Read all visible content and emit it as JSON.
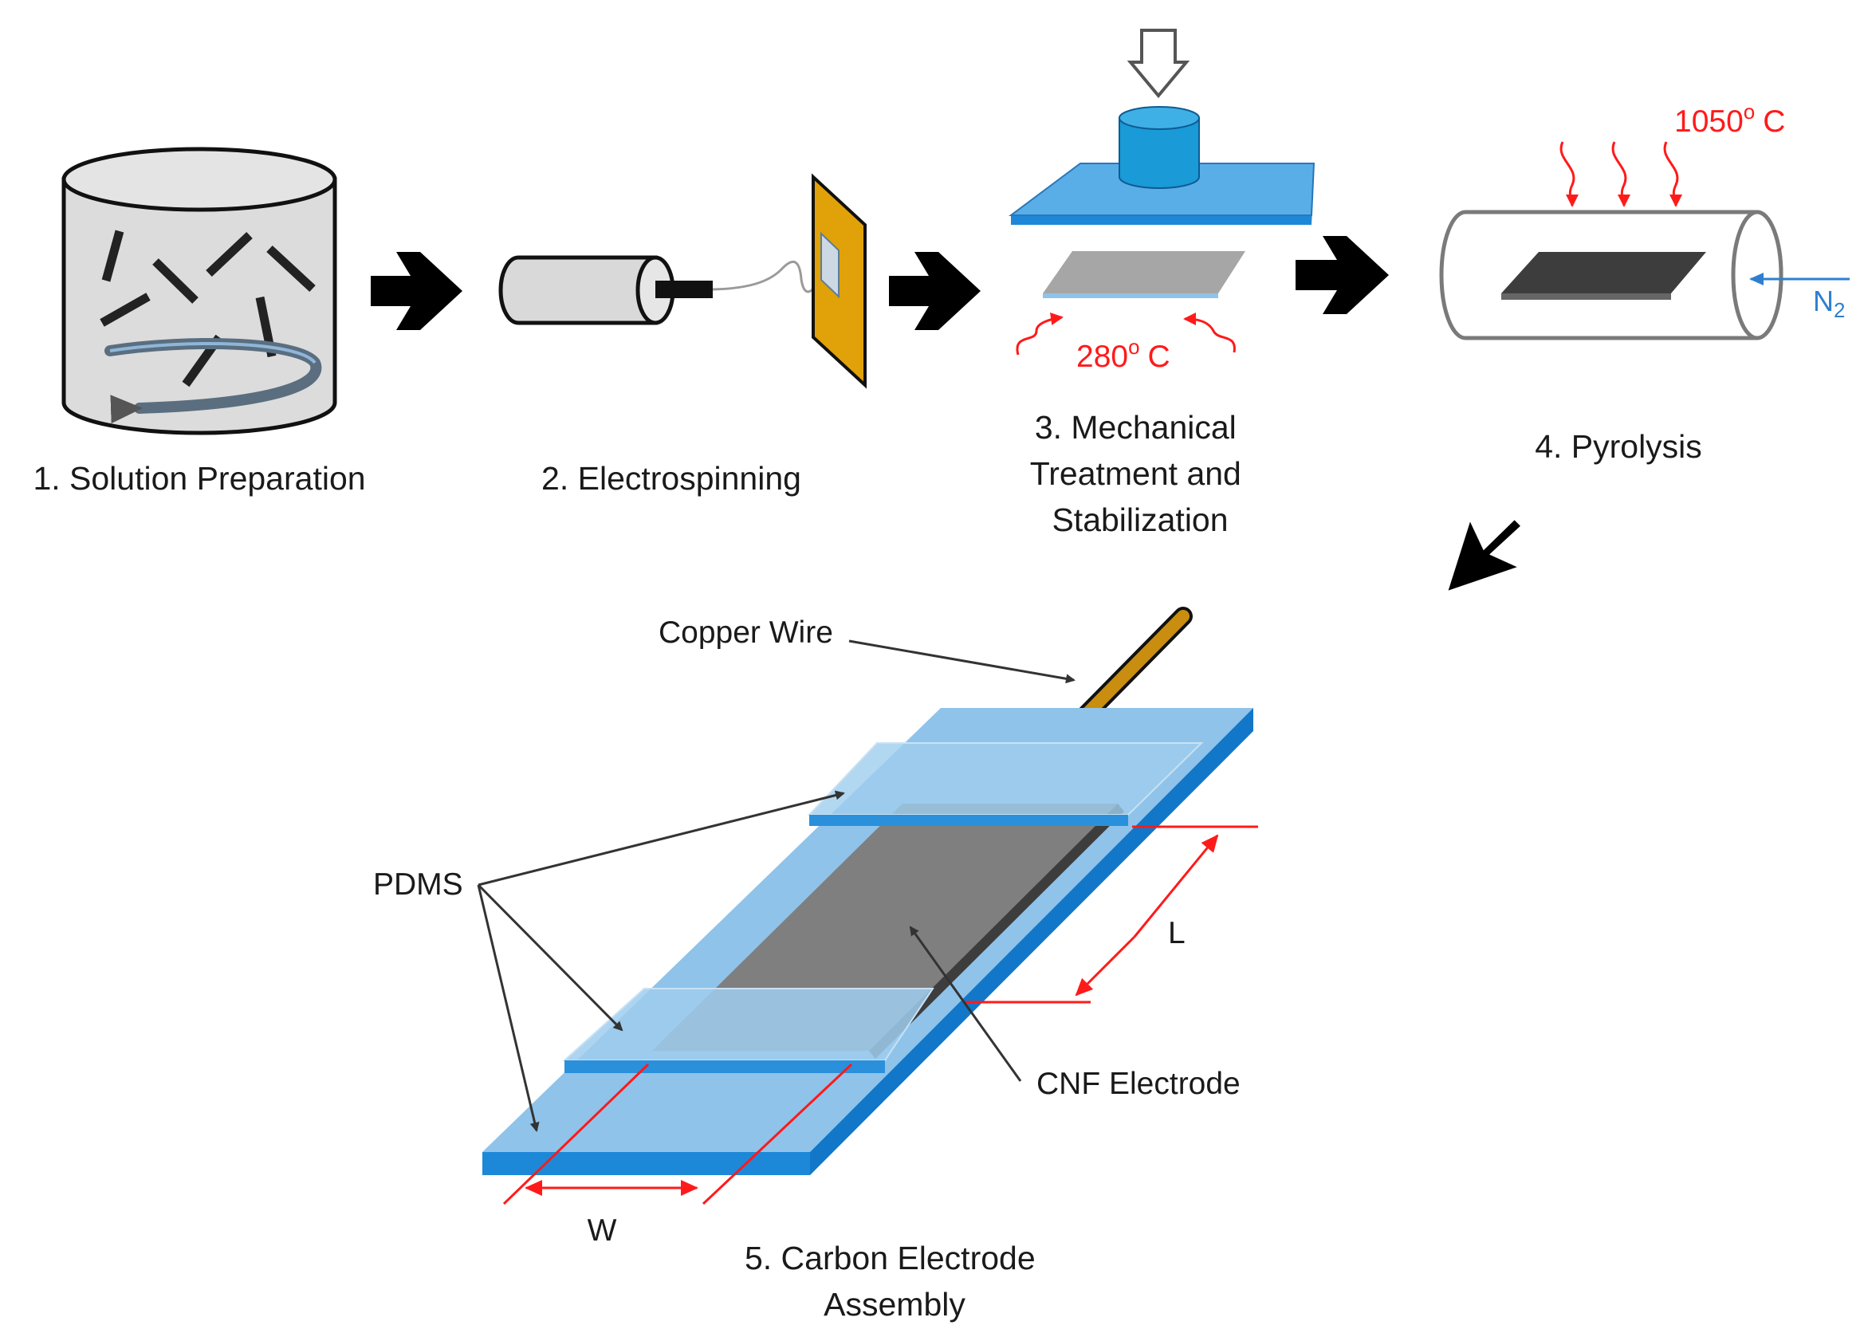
{
  "steps": {
    "s1": "1. Solution Preparation",
    "s2": "2. Electrospinning",
    "s3_l1": "3. Mechanical",
    "s3_l2": "Treatment and",
    "s3_l3": "Stabilization",
    "s4": "4. Pyrolysis",
    "s5_l1": "5. Carbon Electrode",
    "s5_l2": "Assembly"
  },
  "temps": {
    "stab_value": "280",
    "stab_sup": "o",
    "stab_unit": "C",
    "pyro_value": "1050",
    "pyro_sup": "o",
    "pyro_unit": "C"
  },
  "gas": {
    "symbol": "N",
    "sub": "2"
  },
  "assembly": {
    "copper": "Copper Wire",
    "pdms": "PDMS",
    "cnf": "CNF Electrode",
    "length": "L",
    "width": "W"
  },
  "colors": {
    "pdms": "#8fc3ea",
    "pdms_edge": "#1e88d8",
    "press": "#1a9ad6",
    "collector": "#e0a208",
    "copper": "#c98d10",
    "electrode": "#7f7f7f",
    "stabilized_mat": "#a6a6a6",
    "carbon_mat": "#3d3d3d",
    "heat": "#ff1a1a",
    "nitrogen": "#2f7fd0"
  }
}
